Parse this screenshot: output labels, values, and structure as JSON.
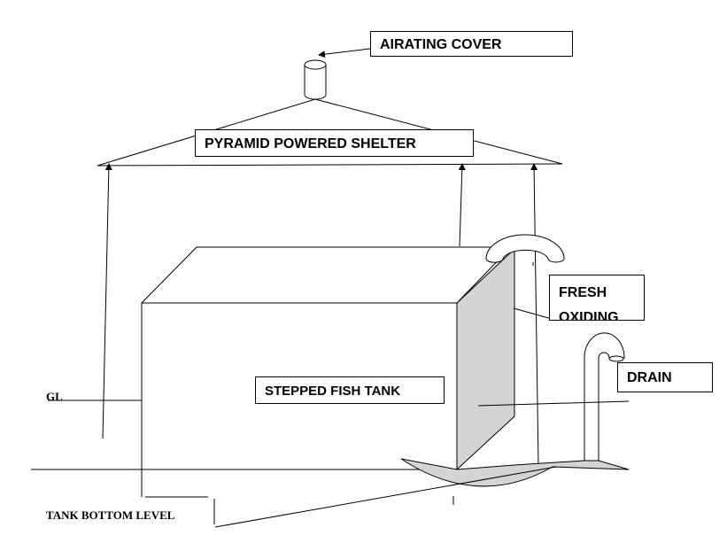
{
  "labels": {
    "airating_cover": "AIRATING COVER",
    "shelter": "PYRAMID POWERED SHELTER",
    "fresh_line1": "FRESH",
    "fresh_line2": "OXIDING",
    "drain": "DRAIN",
    "tank": "STEPPED FISH TANK",
    "gl": "GL",
    "tank_bottom": "TANK BOTTOM LEVEL"
  },
  "colors": {
    "line": "#000000",
    "shaded_face": "#d4d4d4",
    "background": "#ffffff"
  }
}
